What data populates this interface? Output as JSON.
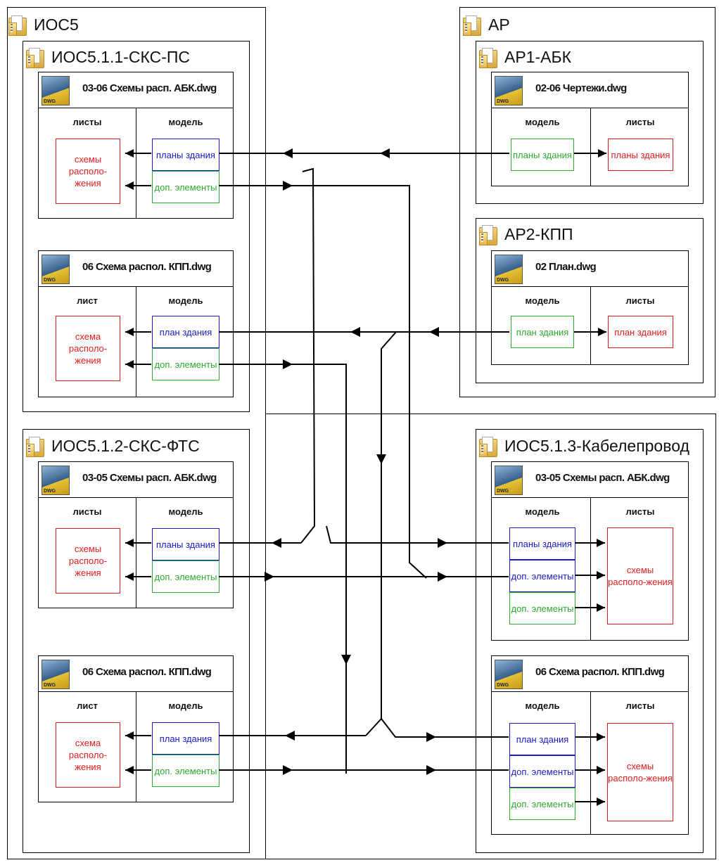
{
  "folders": {
    "ios5": "ИОС5",
    "ar": "АР",
    "ar1": "АР1-АБК",
    "ar2": "АР2-КПП",
    "ios511": "ИОС5.1.1-СКС-ПС",
    "ios512": "ИОС5.1.2-СКС-ФТС",
    "ios513": "ИОС5.1.3-Кабелепровод"
  },
  "dwg_icon_label": "DWG",
  "files": {
    "ar1": {
      "name": "02-06 Чертежи.dwg",
      "col_model": "модель",
      "col_sheets": "листы",
      "model_cells": [
        "планы здания"
      ],
      "sheet_cells": [
        "планы здания"
      ]
    },
    "ar2": {
      "name": "02 План.dwg",
      "col_model": "модель",
      "col_sheets": "листы",
      "model_cells": [
        "план здания"
      ],
      "sheet_cells": [
        "план здания"
      ]
    },
    "ios511_abk": {
      "name": "03-06 Схемы расп. АБК.dwg",
      "col_sheets": "листы",
      "col_model": "модель",
      "sheet_cells": [
        "схемы располо-жения"
      ],
      "model_cells": [
        "планы здания",
        "доп. элементы"
      ]
    },
    "ios511_kpp": {
      "name": "06 Схема распол. КПП.dwg",
      "col_sheets": "лист",
      "col_model": "модель",
      "sheet_cells": [
        "схема располо-жения"
      ],
      "model_cells": [
        "план здания",
        "доп. элементы"
      ]
    },
    "ios512_abk": {
      "name": "03-05 Схемы расп. АБК.dwg",
      "col_sheets": "листы",
      "col_model": "модель",
      "sheet_cells": [
        "схемы располо-жения"
      ],
      "model_cells": [
        "планы здания",
        "доп. элементы"
      ]
    },
    "ios512_kpp": {
      "name": "06 Схема распол. КПП.dwg",
      "col_sheets": "лист",
      "col_model": "модель",
      "sheet_cells": [
        "схема располо-жения"
      ],
      "model_cells": [
        "план здания",
        "доп. элементы"
      ]
    },
    "ios513_abk": {
      "name": "03-05 Схемы расп. АБК.dwg",
      "col_model": "модель",
      "col_sheets": "листы",
      "model_cells": [
        "планы здания",
        "доп. элементы",
        "доп. элементы"
      ],
      "sheet_cells": [
        "схемы располо-жения"
      ]
    },
    "ios513_kpp": {
      "name": "06 Схема распол. КПП.dwg",
      "col_model": "модель",
      "col_sheets": "листы",
      "model_cells": [
        "план здания",
        "доп. элементы",
        "доп. элементы"
      ],
      "sheet_cells": [
        "схемы располо-жения"
      ]
    }
  },
  "colors": {
    "sheet": "#e31b1b",
    "model_plan": "#1a1ac8",
    "model_extra": "#2ea82e",
    "line": "#000000"
  }
}
